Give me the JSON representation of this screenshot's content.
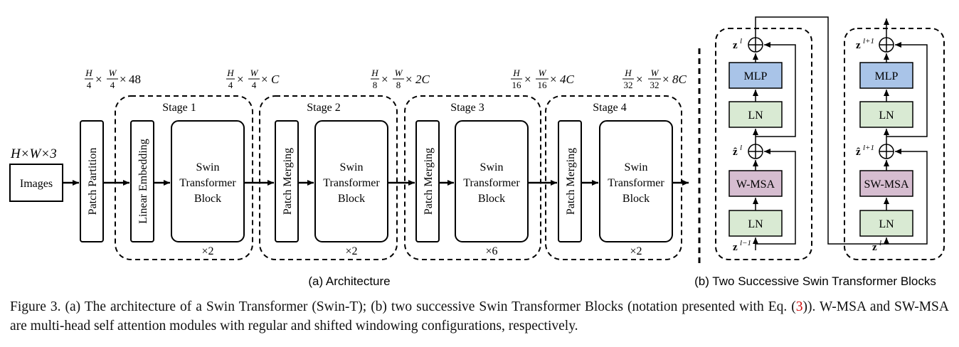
{
  "architecture": {
    "input_dim": "H×W×3",
    "images_label": "Images",
    "patch_partition_label": "Patch Partition",
    "linear_embedding_label": "Linear Embedding",
    "patch_merging_label": "Patch Merging",
    "swin_block_lines": [
      "Swin",
      "Transformer",
      "Block"
    ],
    "subtitle": "(a) Architecture",
    "stages": [
      {
        "title": "Stage 1",
        "repeat": "×2",
        "dims": {
          "h": "H",
          "hd": "4",
          "w": "W",
          "wd": "4",
          "c": "48"
        }
      },
      {
        "title": "Stage 2",
        "repeat": "×2",
        "dims": {
          "h": "H",
          "hd": "4",
          "w": "W",
          "wd": "4",
          "c": "C"
        }
      },
      {
        "title": "Stage 3",
        "repeat": "×6",
        "dims": {
          "h": "H",
          "hd": "8",
          "w": "W",
          "wd": "8",
          "c": "2C"
        }
      },
      {
        "title": "Stage 4",
        "repeat": "×2",
        "dims": {
          "h": "H",
          "hd": "16",
          "w": "W",
          "wd": "16",
          "c": "4C"
        }
      }
    ],
    "final_dims": {
      "h": "H",
      "hd": "32",
      "w": "W",
      "wd": "32",
      "c": "8C"
    }
  },
  "blocks": {
    "subtitle": "(b) Two Successive Swin Transformer Blocks",
    "block1": {
      "mlp": "MLP",
      "ln_top": "LN",
      "attn": "W-MSA",
      "ln_bottom": "LN",
      "out_sym": "z",
      "out_sup": "l",
      "mid_sym": "ẑ",
      "mid_sup": "l",
      "in_sym": "z",
      "in_sup": "l−1"
    },
    "block2": {
      "mlp": "MLP",
      "ln_top": "LN",
      "attn": "SW-MSA",
      "ln_bottom": "LN",
      "out_sym": "z",
      "out_sup": "l+1",
      "mid_sym": "ẑ",
      "mid_sup": "l+1",
      "in_sym": "z",
      "in_sup": "l"
    }
  },
  "colors": {
    "mlp": "#a9c4e8",
    "ln": "#d9ead3",
    "attn": "#d6bdd0"
  },
  "caption": {
    "part1": "Figure 3. (a) The architecture of a Swin Transformer (Swin-T); (b) two successive Swin Transformer Blocks (notation presented with Eq. (",
    "ref": "3",
    "part2": ")). W-MSA and SW-MSA are multi-head self attention modules with regular and shifted windowing configurations, respectively."
  }
}
